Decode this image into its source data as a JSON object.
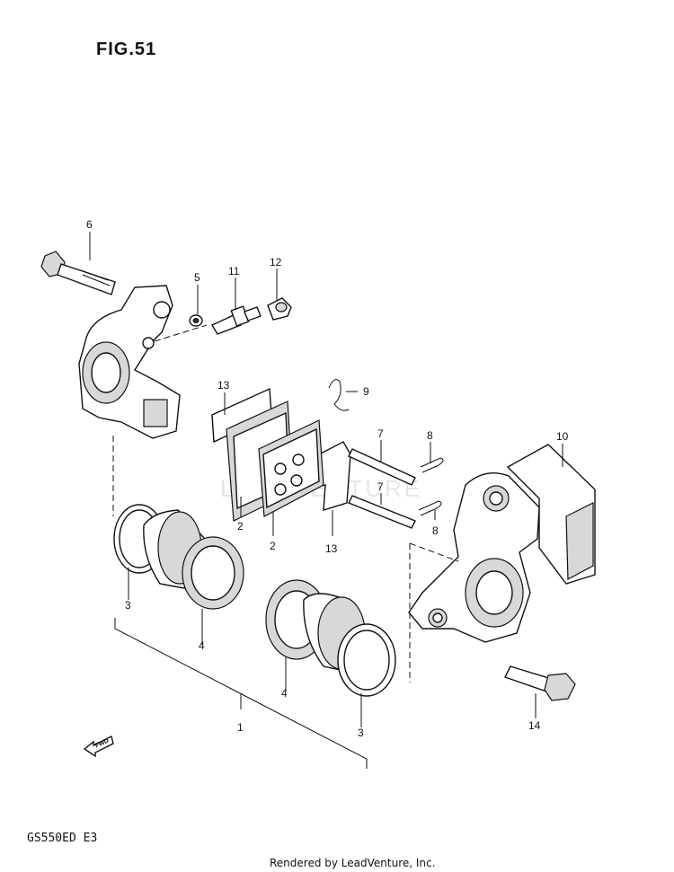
{
  "figure": {
    "title": "FIG.51",
    "model_code": "GS550ED  E3",
    "footer": "Rendered by LeadVenture, Inc."
  },
  "watermark": "LEADVENTURE",
  "parts": [
    {
      "callout": "1"
    },
    {
      "callout": "2"
    },
    {
      "callout": "2"
    },
    {
      "callout": "3"
    },
    {
      "callout": "3"
    },
    {
      "callout": "4"
    },
    {
      "callout": "4"
    },
    {
      "callout": "5"
    },
    {
      "callout": "6"
    },
    {
      "callout": "7"
    },
    {
      "callout": "7"
    },
    {
      "callout": "8"
    },
    {
      "callout": "8"
    },
    {
      "callout": "9"
    },
    {
      "callout": "10"
    },
    {
      "callout": "11"
    },
    {
      "callout": "12"
    },
    {
      "callout": "13"
    },
    {
      "callout": "13"
    },
    {
      "callout": "14"
    }
  ],
  "fwd_arrow": {
    "label": "FWD",
    "icon": "forward-arrow-icon"
  }
}
